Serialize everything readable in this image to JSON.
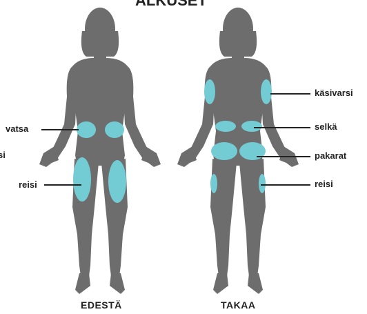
{
  "title": "ALKUSET",
  "colors": {
    "body": "#6d6d6e",
    "site": "#73ccd4",
    "text": "#222222",
    "line": "#222222"
  },
  "front": {
    "caption": "EDESTÄ",
    "labels": {
      "abdomen": "vatsa",
      "thigh": "reisi",
      "cut_thigh": "si"
    }
  },
  "back": {
    "caption": "TAKAA",
    "labels": {
      "upper_arm": "käsivarsi",
      "back": "selkä",
      "buttocks": "pakarat",
      "thigh": "reisi"
    }
  }
}
